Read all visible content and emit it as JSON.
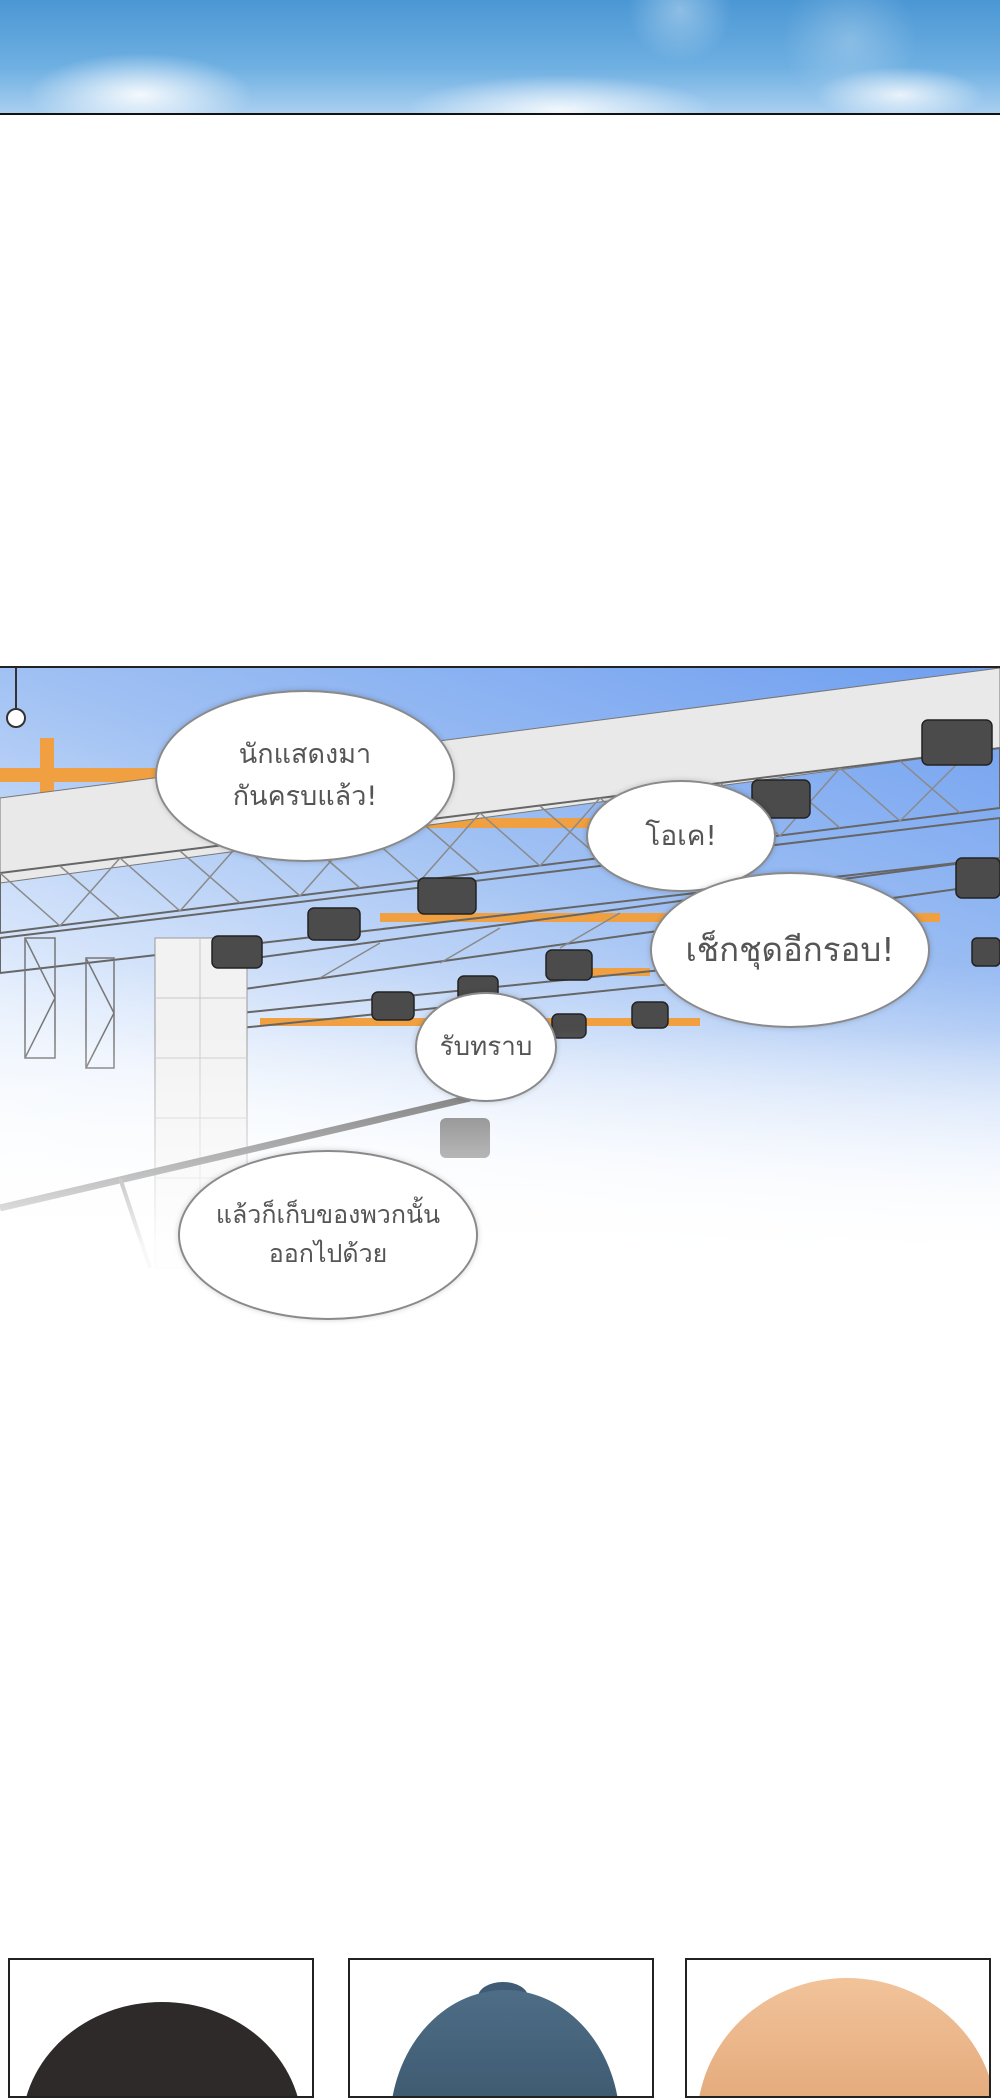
{
  "bubbles": {
    "b1": "นักแสดงมา\nกันครบแล้ว!",
    "b2": "โอเค!",
    "b3": "เช็กชุดอีกรอบ!",
    "b4": "รับทราบ",
    "b5": "แล้วก็เก็บของพวกนั้น\nออกไปด้วย"
  },
  "colors": {
    "sky_blue": "#4b97d4",
    "truss_orange": "#f0a040",
    "panel_border": "#222222",
    "bubble_text": "#555555"
  }
}
